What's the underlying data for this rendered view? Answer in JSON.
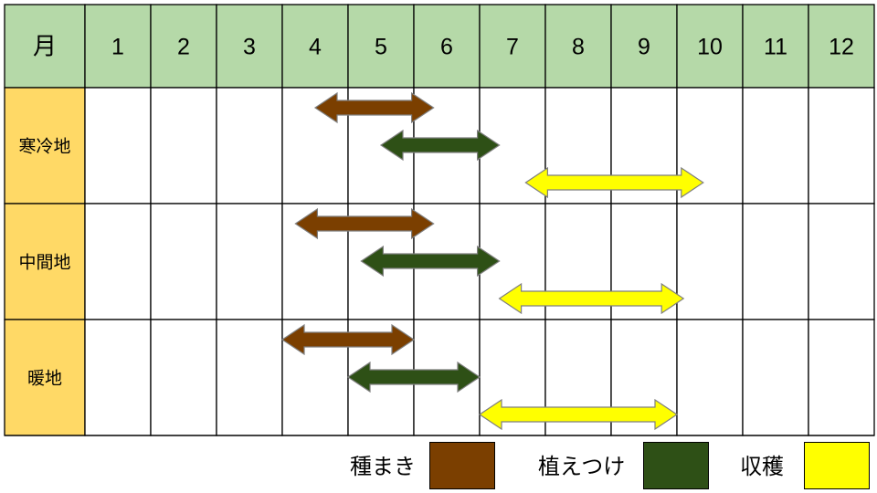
{
  "chart_data": {
    "type": "gantt",
    "header_label": "月",
    "months": [
      "1",
      "2",
      "3",
      "4",
      "5",
      "6",
      "7",
      "8",
      "9",
      "10",
      "11",
      "12"
    ],
    "regions": [
      {
        "label": "寒冷地",
        "activities": [
          {
            "activity": "種まき",
            "start": 4.5,
            "end": 6.3
          },
          {
            "activity": "植えつけ",
            "start": 5.5,
            "end": 7.3
          },
          {
            "activity": "収穫",
            "start": 7.7,
            "end": 10.4
          }
        ]
      },
      {
        "label": "中間地",
        "activities": [
          {
            "activity": "種まき",
            "start": 4.2,
            "end": 6.3
          },
          {
            "activity": "植えつけ",
            "start": 5.2,
            "end": 7.3
          },
          {
            "activity": "収穫",
            "start": 7.3,
            "end": 10.1
          }
        ]
      },
      {
        "label": "暖地",
        "activities": [
          {
            "activity": "種まき",
            "start": 4.0,
            "end": 6.0
          },
          {
            "activity": "植えつけ",
            "start": 5.0,
            "end": 7.0
          },
          {
            "activity": "収穫",
            "start": 7.0,
            "end": 10.0
          }
        ]
      }
    ],
    "legend": [
      {
        "activity": "種まき",
        "label": "種まき",
        "color": "#7B3F00"
      },
      {
        "activity": "植えつけ",
        "label": "植えつけ",
        "color": "#2E5016"
      },
      {
        "activity": "収穫",
        "label": "収穫",
        "color": "#FFFF00"
      }
    ],
    "colors": {
      "header_bg": "#B5D9A8",
      "region_bg": "#FFD966",
      "grid": "#000000",
      "arrow_outline": "#7F7F7F"
    }
  }
}
